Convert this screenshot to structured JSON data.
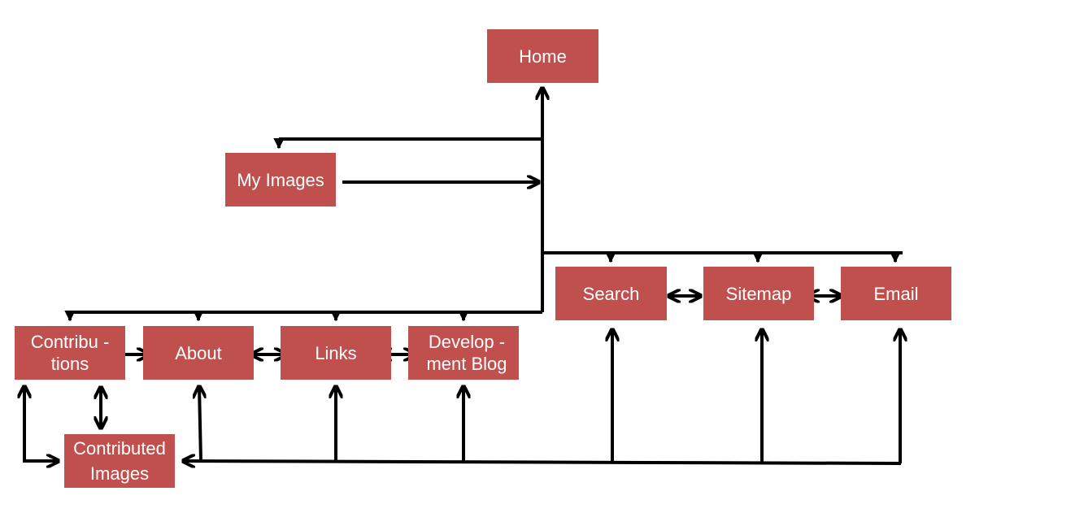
{
  "colors": {
    "node_fill": "#c0504d",
    "node_text": "#ffffff",
    "connector": "#000000"
  },
  "nodes": {
    "home": "Home",
    "my_images": "My Images",
    "search": "Search",
    "sitemap": "Sitemap",
    "email": "Email",
    "contributions": "Contribu -\ntions",
    "about": "About",
    "links": "Links",
    "development_blog": "Develop -\nment Blog",
    "contributed_images": "Contributed\nImages"
  }
}
